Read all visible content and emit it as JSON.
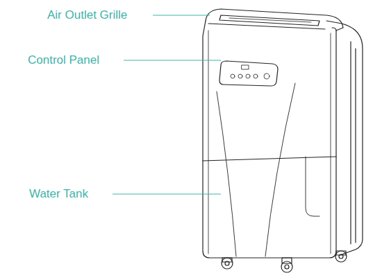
{
  "diagram": {
    "labels": [
      "Air Outlet Grille",
      "Control Panel",
      "Water Tank"
    ]
  }
}
